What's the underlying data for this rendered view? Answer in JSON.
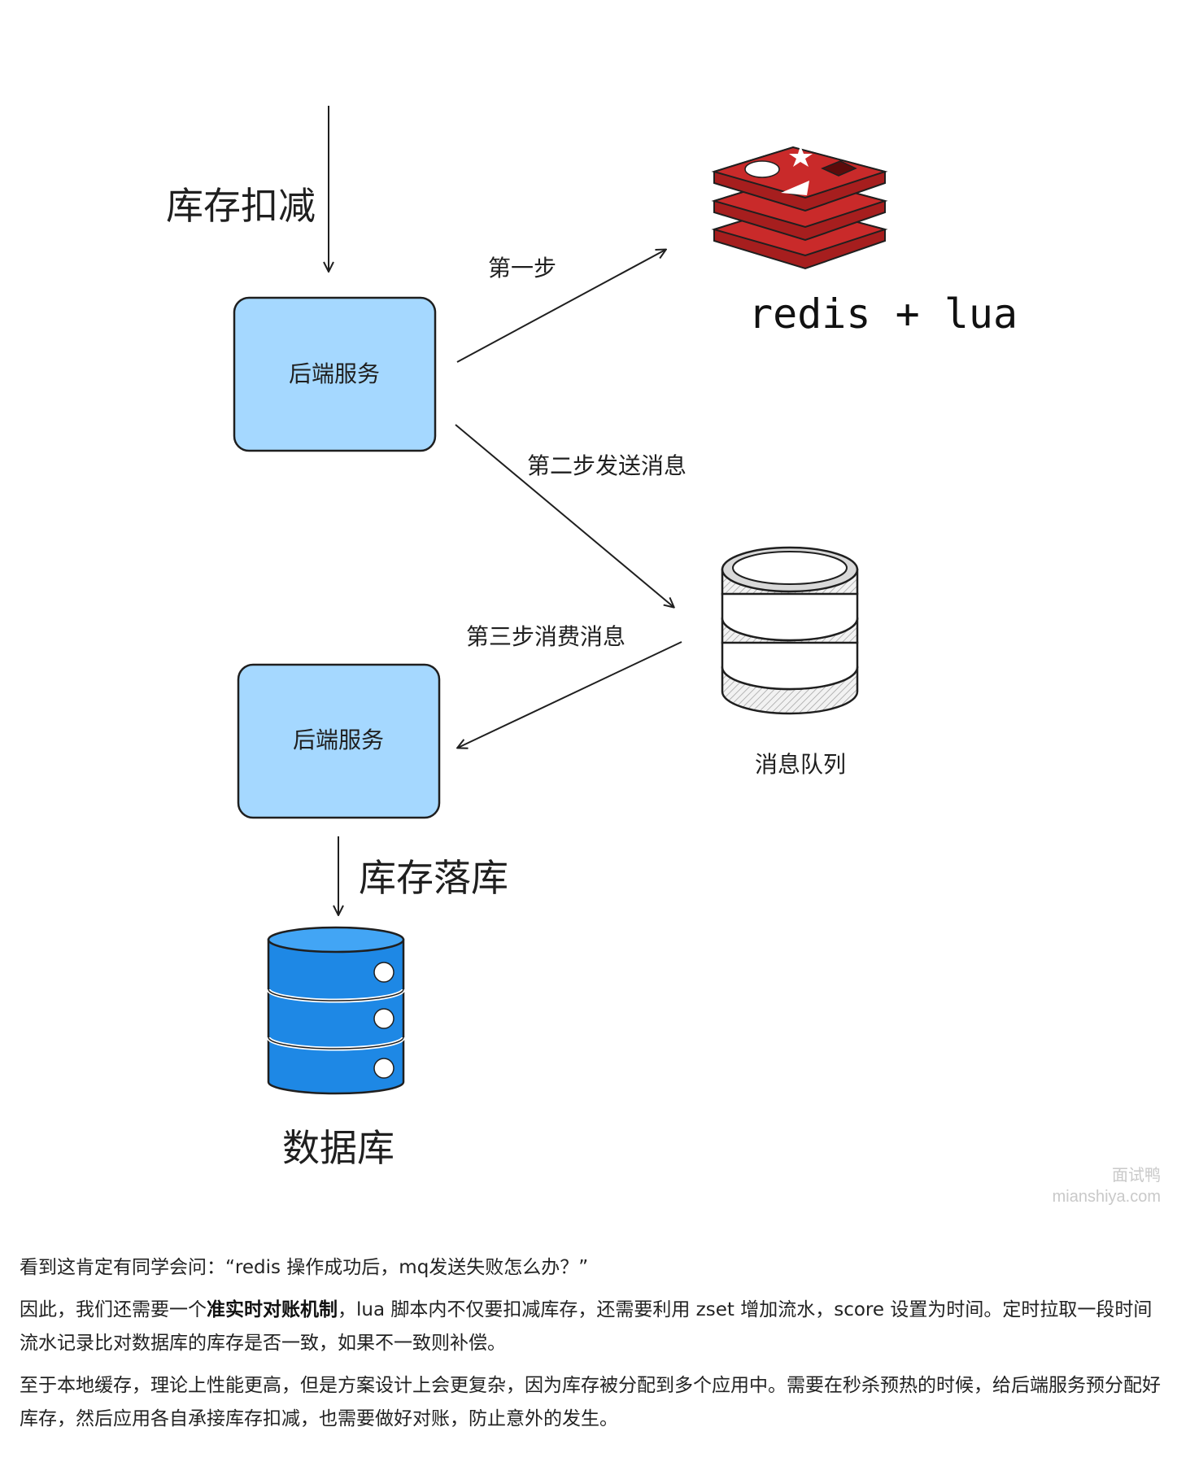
{
  "diagram": {
    "top_label": "库存扣减",
    "backend_1": "后端服务",
    "step1": "第一步",
    "redis_caption": "redis + lua",
    "step2": "第二步发送消息",
    "mq_caption": "消息队列",
    "step3": "第三步消费消息",
    "backend_2": "后端服务",
    "persist_label": "库存落库",
    "db_caption": "数据库"
  },
  "watermark": {
    "line1": "面试鸭",
    "line2": "mianshiya.com"
  },
  "article": {
    "p1": "看到这肯定有同学会问：“redis 操作成功后，mq发送失败怎么办？”",
    "p2_before": "因此，我们还需要一个",
    "p2_bold": "准实时对账机制",
    "p2_after": "，lua 脚本内不仅要扣减库存，还需要利用 zset 增加流水，score 设置为时间。定时拉取一段时间流水记录比对数据库的库存是否一致，如果不一致则补偿。",
    "p3": "至于本地缓存，理论上性能更高，但是方案设计上会更复杂，因为库存被分配到多个应用中。需要在秒杀预热的时候，给后端服务预分配好库存，然后应用各自承接库存扣减，也需要做好对账，防止意外的发生。"
  },
  "colors": {
    "service_box_fill": "#a5d8ff",
    "redis_red": "#c92a2a",
    "db_blue": "#1e88e5",
    "mq_gray": "#d9d9d9"
  }
}
